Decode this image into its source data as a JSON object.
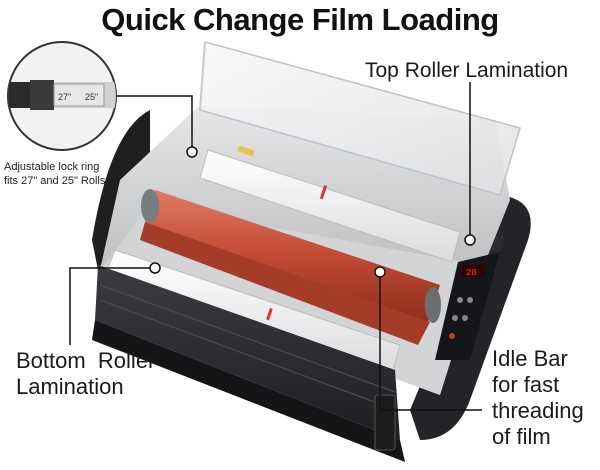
{
  "title": "Quick Change Film Loading",
  "labels": {
    "top_roller": "Top Roller Lamination",
    "bottom_roller_line1": "Bottom  Roller",
    "bottom_roller_line2": "Lamination",
    "idle_bar": [
      "Idle Bar",
      "for fast",
      "threading",
      "of film"
    ],
    "lock_ring_note_line1": "Adjustable lock ring",
    "lock_ring_note_line2": "fits 27\" and 25\" Rolls"
  },
  "inset": {
    "ring_marks": [
      "27\"",
      "25\""
    ]
  },
  "panel": {
    "display_value": "28"
  },
  "colors": {
    "machine_dark": "#2b2d30",
    "machine_silver": "#c9cbcd",
    "roller_red": "#c8503a",
    "film_white": "#f3f4f5",
    "leader_line": "#111111"
  }
}
